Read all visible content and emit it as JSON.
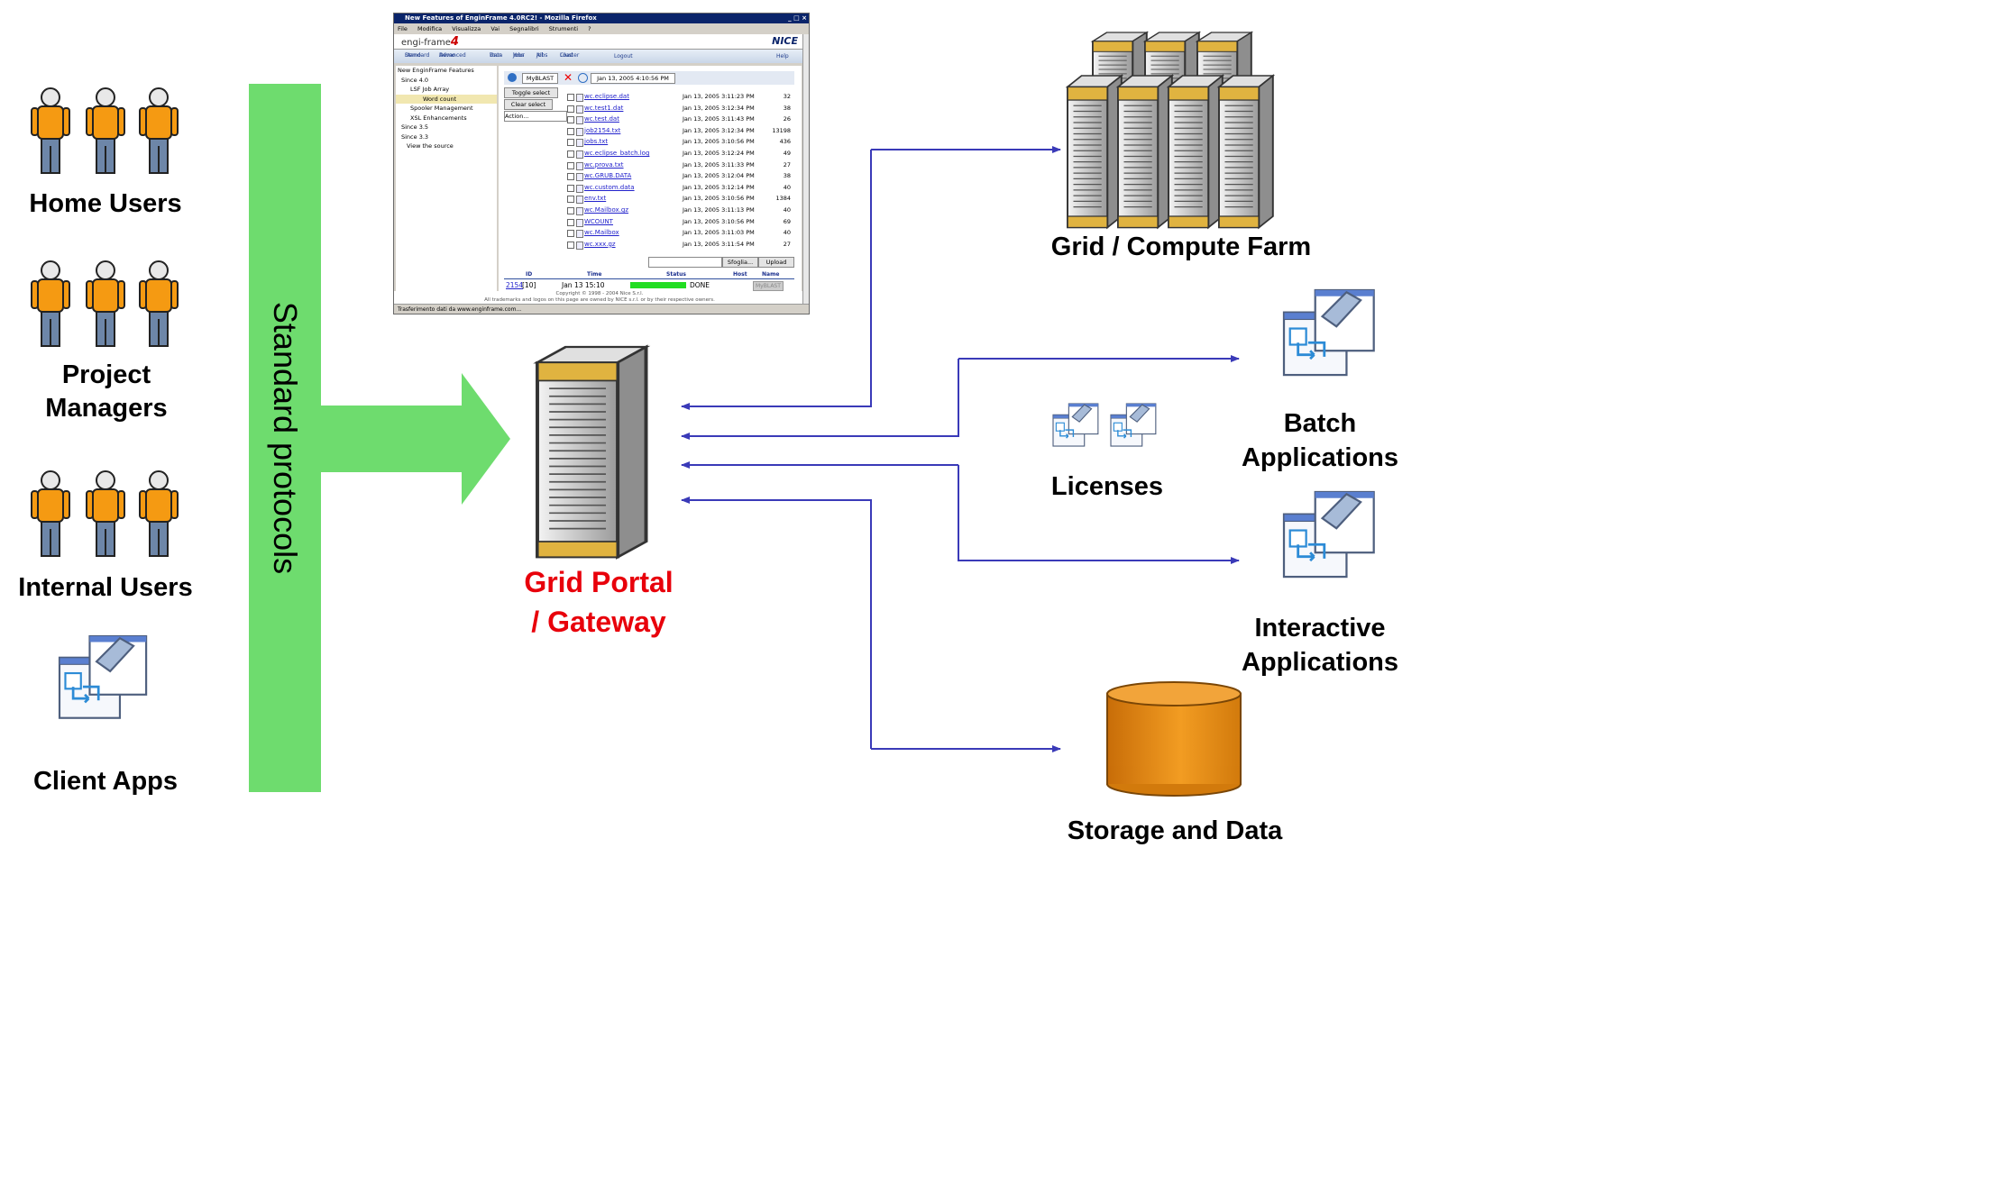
{
  "groups": {
    "home_users": "Home Users",
    "project_managers": "Project Managers",
    "internal_users": "Internal Users",
    "client_apps": "Client Apps"
  },
  "protocols_label": "Standard protocols",
  "gateway": {
    "line1": "Grid Portal",
    "line2": "/ Gateway"
  },
  "resources": {
    "compute_farm": "Grid / Compute Farm",
    "licenses": "Licenses",
    "batch_1": "Batch",
    "batch_2": "Applications",
    "interactive_1": "Interactive",
    "interactive_2": "Applications",
    "storage": "Storage and Data"
  },
  "colors": {
    "protocol_band": "#6edc6e",
    "arrow": "#3a3ab8",
    "gateway_label": "#e8000b",
    "person_body": "#f59a12",
    "storage": "#e58e12"
  },
  "browser": {
    "title": "New Features of EnginFrame 4.0RC2! - Mozilla Firefox",
    "menu": [
      "File",
      "Modifica",
      "Visualizza",
      "Vai",
      "Segnalibri",
      "Strumenti",
      "?"
    ],
    "logo": "engi-frame",
    "logo_version": "4",
    "brand": "NICE",
    "nav": [
      {
        "l1": "Standard",
        "l2": "Demo"
      },
      {
        "l1": "Advanced",
        "l2": "Demo"
      },
      {
        "l1": "Your",
        "l2": "Data"
      },
      {
        "l1": "Your",
        "l2": "Jobs"
      },
      {
        "l1": "All",
        "l2": "Jobs"
      },
      {
        "l1": "Cluster",
        "l2": "Load"
      },
      {
        "l1": "Logout",
        "l2": ""
      },
      {
        "l1": "Help",
        "l2": ""
      }
    ],
    "tree": [
      "New EnginFrame Features",
      "Since 4.0",
      "LSF Job Array",
      "Word count",
      "Spooler Management",
      "XSL Enhancements",
      "Since 3.5",
      "Since 3.3",
      "View the source"
    ],
    "toolbar": {
      "spooler": "MyBLAST",
      "date": "Jan 13, 2005 4:10:56 PM"
    },
    "buttons": {
      "toggle": "Toggle select",
      "clear": "Clear select",
      "action": "Action...",
      "browse": "Sfoglia...",
      "upload": "Upload"
    },
    "files": [
      {
        "name": "wc.eclipse.dat",
        "date": "Jan 13, 2005 3:11:23 PM",
        "size": "32"
      },
      {
        "name": "wc.test1.dat",
        "date": "Jan 13, 2005 3:12:34 PM",
        "size": "38"
      },
      {
        "name": "wc.test.dat",
        "date": "Jan 13, 2005 3:11:43 PM",
        "size": "26"
      },
      {
        "name": "job2154.txt",
        "date": "Jan 13, 2005 3:12:34 PM",
        "size": "13198"
      },
      {
        "name": "jobs.txt",
        "date": "Jan 13, 2005 3:10:56 PM",
        "size": "436"
      },
      {
        "name": "wc.eclipse_batch.log",
        "date": "Jan 13, 2005 3:12:24 PM",
        "size": "49"
      },
      {
        "name": "wc.prova.txt",
        "date": "Jan 13, 2005 3:11:33 PM",
        "size": "27"
      },
      {
        "name": "wc.GRUB.DATA",
        "date": "Jan 13, 2005 3:12:04 PM",
        "size": "38"
      },
      {
        "name": "wc.custom.data",
        "date": "Jan 13, 2005 3:12:14 PM",
        "size": "40"
      },
      {
        "name": "env.txt",
        "date": "Jan 13, 2005 3:10:56 PM",
        "size": "1384"
      },
      {
        "name": "wc.Mailbox.gz",
        "date": "Jan 13, 2005 3:11:13 PM",
        "size": "40"
      },
      {
        "name": "WCOUNT",
        "date": "Jan 13, 2005 3:10:56 PM",
        "size": "69"
      },
      {
        "name": "wc.Mailbox",
        "date": "Jan 13, 2005 3:11:03 PM",
        "size": "40"
      },
      {
        "name": "wc.xxx.gz",
        "date": "Jan 13, 2005 3:11:54 PM",
        "size": "27"
      }
    ],
    "jobs_header": {
      "id": "ID",
      "time": "Time",
      "status": "Status",
      "host": "Host",
      "name": "Name"
    },
    "job": {
      "id": "2154",
      "array": "[10]",
      "time": "Jan 13 15:10",
      "status": "DONE",
      "name": "MyBLAST",
      "progress": 1.0
    },
    "footer_1": "Copyright © 1998 - 2004 Nice S.r.l.",
    "footer_2": "All trademarks and logos on this page are owned by NICE s.r.l. or by their respective owners.",
    "status_bar": "Trasferimento dati da www.enginframe.com..."
  }
}
